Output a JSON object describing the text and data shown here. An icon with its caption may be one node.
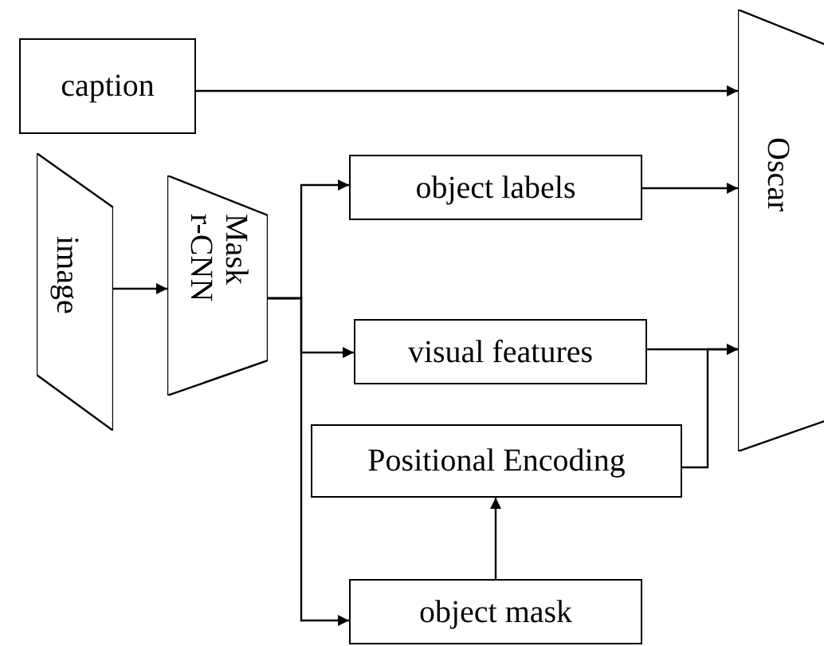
{
  "diagram": {
    "nodes": [
      {
        "text": [
          "caption"
        ]
      },
      {
        "text": [
          "Oscar"
        ]
      },
      {
        "text": [
          "image"
        ]
      },
      {
        "text": [
          "Mask r-CNN"
        ]
      },
      {
        "text": [
          "object labels"
        ]
      },
      {
        "text": [
          "visual features"
        ]
      },
      {
        "text": [
          "Positional Encoding"
        ]
      },
      {
        "text": [
          "object mask"
        ]
      }
    ],
    "edges": [
      {
        "from": 0,
        "to": 1,
        "arrow": "to"
      },
      {
        "from": 2,
        "to": 3,
        "arrow": "to"
      },
      {
        "from": 3,
        "to": 4,
        "arrow": "to"
      },
      {
        "from": 3,
        "to": 5,
        "arrow": "to"
      },
      {
        "from": 3,
        "to": 7,
        "arrow": "to"
      },
      {
        "from": 4,
        "to": 1,
        "arrow": "to"
      },
      {
        "from": 5,
        "to": 1,
        "arrow": "to"
      },
      {
        "from": 6,
        "to": 1,
        "arrow": "to"
      },
      {
        "from": 7,
        "to": 6,
        "arrow": "to"
      }
    ]
  }
}
